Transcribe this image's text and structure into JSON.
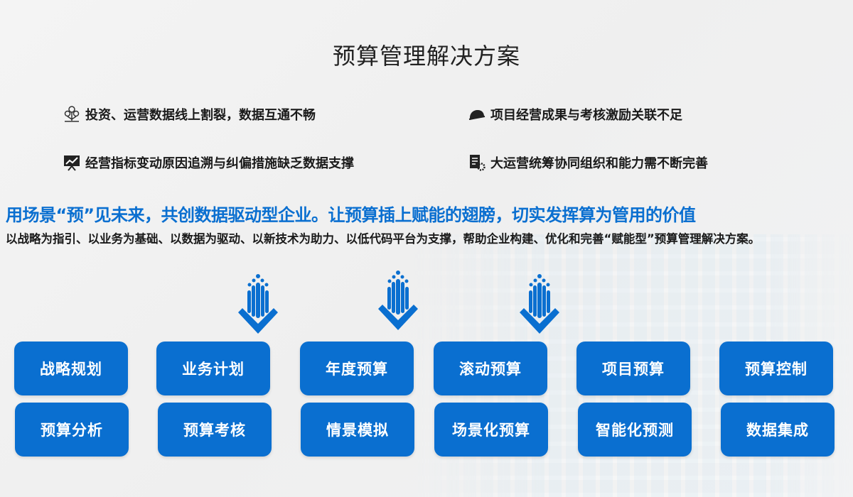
{
  "title": "预算管理解决方案",
  "pain_points": [
    {
      "icon": "money-tree-icon",
      "text": "投资、运营数据线上割裂，数据互通不畅"
    },
    {
      "icon": "helmet-icon",
      "text": "项目经营成果与考核激励关联不足"
    },
    {
      "icon": "chart-board-icon",
      "text": "经营指标变动原因追溯与纠偏措施缺乏数据支撑"
    },
    {
      "icon": "document-gear-icon",
      "text": "大运营统筹协同组织和能力需不断完善"
    }
  ],
  "slogan": "用场景“预”见未来，共创数据驱动型企业。让预算插上赋能的翅膀，切实发挥算为管用的价值",
  "description": "以战略为指引、以业务为基础、以数据为驱动、以新技术为助力、以低代码平台为支撑，帮助企业构建、优化和完善“赋能型”预算管理解决方案。",
  "modules": [
    "战略规划",
    "业务计划",
    "年度预算",
    "滚动预算",
    "项目预算",
    "预算控制",
    "预算分析",
    "预算考核",
    "情景模拟",
    "场景化预算",
    "智能化预测",
    "数据集成"
  ],
  "colors": {
    "accent": "#0a6fd0"
  }
}
